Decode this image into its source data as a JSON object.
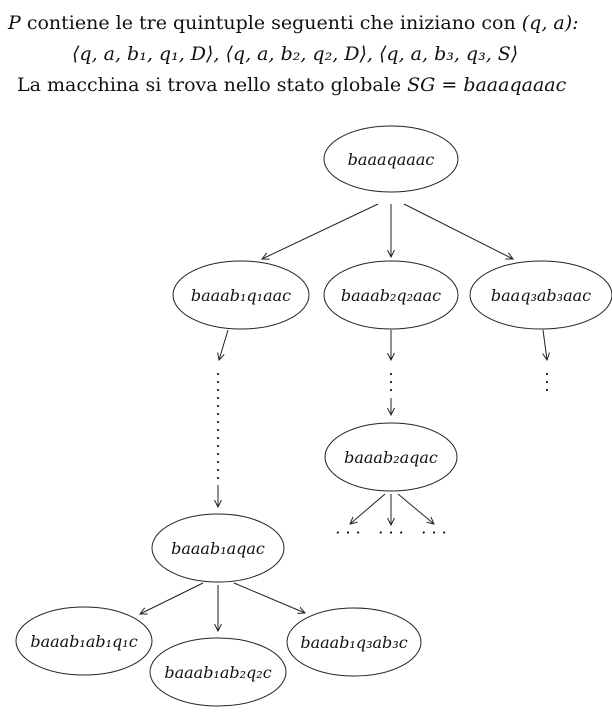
{
  "header": {
    "intro_prefix": "P",
    "intro_text": " contiene le tre quintuple seguenti che iniziano con ",
    "intro_tuple": "(q, a):",
    "quintuples": "⟨q, a, b₁, q₁, D⟩, ⟨q, a, b₂, q₂, D⟩, ⟨q, a, b₃, q₃, S⟩",
    "state_text": "La macchina si trova nello stato globale ",
    "state_formula": "SG = baaaqaaac"
  },
  "tree": {
    "root": "baaaqaaac",
    "level1": [
      "baaab₁q₁aac",
      "baaab₂q₂aac",
      "baaq₃ab₃aac"
    ],
    "mid": "baaab₂aqac",
    "deep": "baaab₁aqac",
    "leaves": [
      "baaab₁ab₁q₁c",
      "baaab₁ab₂q₂c",
      "baaab₁q₃ab₃c"
    ],
    "ellipsis": "· · ·"
  }
}
